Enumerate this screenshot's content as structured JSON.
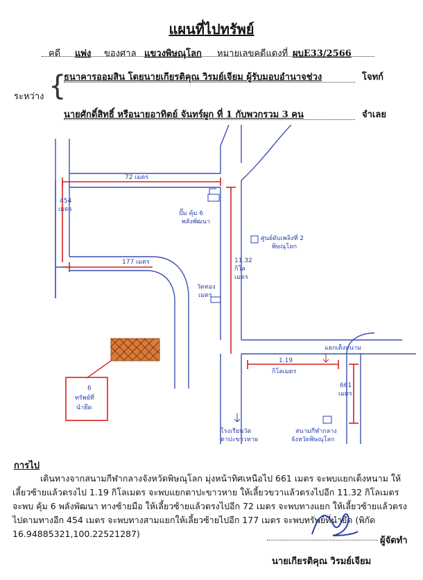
{
  "title": "แผนที่ไปทรัพย์",
  "case": {
    "label_case": "คดี",
    "case_type": "แพ่ง",
    "label_court": "ของศาล",
    "court": "แขวงพิษณุโลก",
    "label_number": "หมายเลขคดีแดงที่",
    "number": "ผบE33/2566"
  },
  "parties": {
    "between_label": "ระหว่าง",
    "plaintiff": "ธนาคารออมสิน โดยนายเกียรติคุณ วิรมย์เจียม ผู้รับมอบอำนาจช่วง",
    "plaintiff_role": "โจทก์",
    "defendant": "นายศักดิ์สิทธิ์ หรือนายอาทิตย์ จันทร์ผูก ที่ 1 กับพวกรวม 3 คน",
    "defendant_role": "จำเลย"
  },
  "map_labels": {
    "d72": "72 เมตร",
    "d454a": "454",
    "d454b": "เมตร",
    "d177": "177 เมตร",
    "d1132a": "11.32",
    "d1132b": "กิโล",
    "d1132c": "เมตร",
    "d119a": "1.19",
    "d119b": "กิโลเมตร",
    "d661a": "661",
    "d661b": "เมตร",
    "pump_a": "ปั๊ม คุ้ม 6",
    "pump_b": "พลังพัฒนา",
    "fire_a": "ศูนย์ดับเพลิงที่ 2",
    "fire_b": "พิษณุโลก",
    "temple_a": "วัดทอง",
    "temple_b": "เมตร",
    "junction": "แยกเต็งหนาม",
    "school_a": "โรงเรียนวัด",
    "school_b": "ตาปะขาวหาย",
    "hall_a": "สนามกีฬากลาง",
    "hall_b": "จังหวัดพิษณุโลก",
    "property_a": "ทรัพย์ที่",
    "property_b": "นำยึด",
    "property_num": "6"
  },
  "route": {
    "heading": "การไป",
    "text": "เดินทางจากสนามกีฬากลางจังหวัดพิษณุโลก มุ่งหน้าทิศเหนือไป 661 เมตร จะพบแยกเต็งหนาม ให้เลี้ยวซ้ายแล้วตรงไป 1.19 กิโลเมตร จะพบแยกตาปะขาวหาย ให้เลี้ยวขวาแล้วตรงไปอีก 11.32 กิโลเมตร จะพบ คุ้ม 6 พลังพัฒนา ทางซ้ายมือ ให้เลี้ยวซ้ายแล้วตรงไปอีก 72 เมตร จะพบทางแยก ให้เลี้ยวซ้ายแล้วตรงไปตามทางอีก 454 เมตร จะพบทางสามแยกให้เลี้ยวซ้ายไปอีก 177 เมตร จะพบทรัพย์ที่นำยึด (พิกัด 16.94885321,100.22521287)"
  },
  "signature": {
    "role": "ผู้จัดทำ",
    "name": "นายเกียรติคุณ วิรมย์เจียม"
  },
  "colors": {
    "road": "#3a4fb0",
    "route": "#d42020",
    "property_fill": "#d87a3a",
    "ink": "#2b3fa8"
  }
}
